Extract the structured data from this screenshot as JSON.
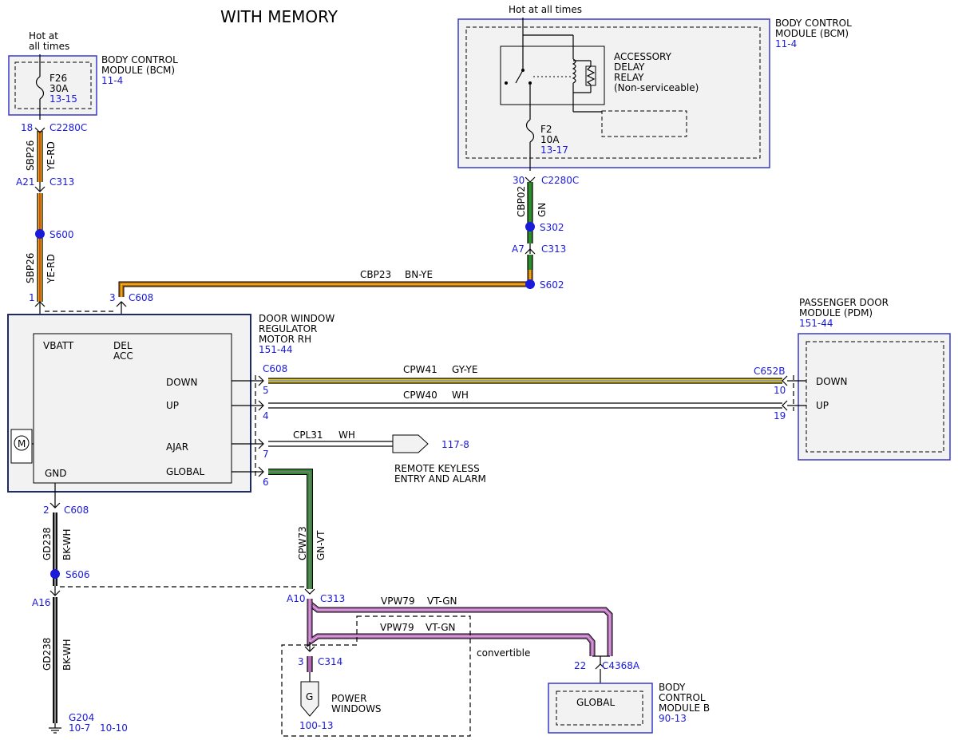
{
  "title": "WITH MEMORY",
  "modules": {
    "bcm_left": {
      "name_lines": [
        "BODY CONTROL",
        "MODULE (BCM)"
      ],
      "ref": "11-4",
      "fuse": "F26",
      "rating": "30A",
      "fuse_ref": "13-15",
      "hot": [
        "Hot at",
        "all times"
      ]
    },
    "bcm_right": {
      "name_lines": [
        "BODY CONTROL",
        "MODULE (BCM)"
      ],
      "ref": "11-4",
      "hot": "Hot at all times",
      "relay_lines": [
        "ACCESSORY",
        "DELAY",
        "RELAY",
        "(Non-serviceable)"
      ],
      "fuse": "F2",
      "rating": "10A",
      "fuse_ref": "13-17"
    },
    "motor": {
      "name_lines": [
        "DOOR WINDOW",
        "REGULATOR",
        "MOTOR RH"
      ],
      "ref": "151-44",
      "vbatt": "VBATT",
      "del": "DEL",
      "acc": "ACC",
      "down": "DOWN",
      "up": "UP",
      "ajar": "AJAR",
      "global": "GLOBAL",
      "gnd": "GND",
      "m": "M"
    },
    "pdm": {
      "name_lines": [
        "PASSENGER DOOR",
        "MODULE (PDM)"
      ],
      "ref": "151-44",
      "down": "DOWN",
      "up": "UP"
    },
    "bcm_b": {
      "name_lines": [
        "BODY",
        "CONTROL",
        "MODULE B"
      ],
      "ref": "90-13",
      "global": "GLOBAL"
    },
    "rke": {
      "lines": [
        "REMOTE KEYLESS",
        "ENTRY AND ALARM"
      ],
      "ref": "117-8"
    },
    "pw": {
      "letter": "G",
      "lines": [
        "POWER",
        "WINDOWS"
      ],
      "ref": "100-13"
    }
  },
  "connectors": {
    "c2280c_18": {
      "pin": "18",
      "name": "C2280C"
    },
    "c313_a21": {
      "pin": "A21",
      "name": "C313"
    },
    "c608_1": {
      "pin": "1"
    },
    "c608_3": {
      "pin": "3",
      "name": "C608"
    },
    "c2280c_30": {
      "pin": "30",
      "name": "C2280C"
    },
    "c313_a7": {
      "pin": "A7",
      "name": "C313"
    },
    "c608_right": {
      "name": "C608",
      "pin5": "5",
      "pin4": "4",
      "pin7": "7",
      "pin6": "6"
    },
    "c652b": {
      "name": "C652B",
      "pin10": "10",
      "pin19": "19"
    },
    "c608_2": {
      "pin": "2",
      "name": "C608"
    },
    "c313_a16": {
      "pin": "A16"
    },
    "c313_a10": {
      "pin": "A10",
      "name": "C313"
    },
    "c314_3": {
      "pin": "3",
      "name": "C314"
    },
    "c4368a_22": {
      "pin": "22",
      "name": "C4368A"
    },
    "g204": {
      "name": "G204",
      "refs": [
        "10-7",
        "10-10"
      ]
    }
  },
  "splices": {
    "s600": "S600",
    "s302": "S302",
    "s602": "S602",
    "s606": "S606"
  },
  "wires": {
    "sbp26_top": {
      "circuit": "SBP26",
      "color": "YE-RD"
    },
    "sbp26_mid": {
      "circuit": "SBP26",
      "color": "YE-RD"
    },
    "cbp02": {
      "circuit": "CBP02",
      "color": "GN"
    },
    "cbp23": {
      "circuit": "CBP23",
      "color": "BN-YE"
    },
    "cpw41": {
      "circuit": "CPW41",
      "color": "GY-YE"
    },
    "cpw40": {
      "circuit": "CPW40",
      "color": "WH"
    },
    "cpl31": {
      "circuit": "CPL31",
      "color": "WH"
    },
    "cpw73": {
      "circuit": "CPW73",
      "color": "GN-VT"
    },
    "gd238_top": {
      "circuit": "GD238",
      "color": "BK-WH"
    },
    "gd238_bot": {
      "circuit": "GD238",
      "color": "BK-WH"
    },
    "vpw79_a": {
      "circuit": "VPW79",
      "color": "VT-GN"
    },
    "vpw79_b": {
      "circuit": "VPW79",
      "color": "VT-GN"
    }
  },
  "convertible": "convertible",
  "colors": {
    "ye_rd": [
      "#f7c400",
      "#d6402a"
    ],
    "gn": "#2e8b2e",
    "bn_ye": [
      "#b5651d",
      "#f5c400"
    ],
    "gy_ye": [
      "#9a9a9a",
      "#e6cc00"
    ],
    "wh": "#ffffff",
    "gn_vt": [
      "#2e8b2e",
      "#b06ab3"
    ],
    "bk_wh": [
      "#111111",
      "#ffffff"
    ],
    "vt_gn": [
      "#b06ab3",
      "#e2b6e3"
    ],
    "link": "#1a1adb"
  }
}
